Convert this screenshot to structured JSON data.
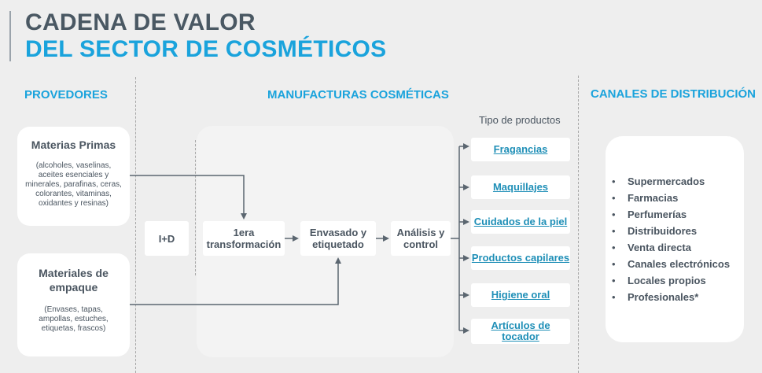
{
  "title": {
    "line1": "CADENA DE VALOR",
    "line2": "DEL SECTOR DE COSMÉTICOS"
  },
  "sections": {
    "providers": "PROVEDORES",
    "manufacturing": "MANUFACTURAS COSMÉTICAS",
    "distribution": "CANALES DE DISTRIBUCIÓN"
  },
  "providers": {
    "raw_materials": {
      "title": "Materias Primas",
      "desc": "(alcoholes, vaselinas, aceites esenciales y minerales, parafinas, ceras, colorantes, vitaminas, oxidantes y resinas)"
    },
    "packaging": {
      "title": "Materiales de empaque",
      "desc": "(Envases, tapas, ampollas, estuches, etiquetas, frascos)"
    }
  },
  "process": {
    "rd": "I+D",
    "step1": "1era transformación",
    "step2": "Envasado y etiquetado",
    "step3": "Análisis y control"
  },
  "products": {
    "heading": "Tipo de productos",
    "items": [
      "Fragancias",
      "Maquillajes",
      "Cuidados de la piel",
      "Productos capilares",
      "Higiene oral",
      "Artículos de tocador"
    ]
  },
  "distribution": {
    "items": [
      "Supermercados",
      "Farmacias",
      "Perfumerías",
      "Distribuidores",
      "Venta directa",
      "Canales electrónicos",
      "Locales propios",
      "Profesionales*"
    ]
  },
  "colors": {
    "accent": "#1aa3dc",
    "dark_text": "#4a5863",
    "link": "#1f8fb7",
    "arrow": "#5b6670"
  }
}
